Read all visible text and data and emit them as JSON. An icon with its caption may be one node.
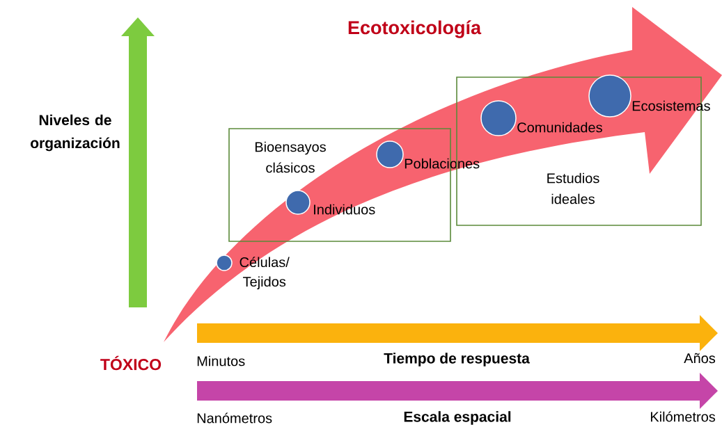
{
  "diagram": {
    "title": "Ecotoxicología",
    "nodes": [
      {
        "text": [
          "Bioensayos clásicos"
        ]
      },
      {
        "text": [],
        "shape": "circle",
        "in": 0,
        "beside": [
          "Individuos"
        ]
      },
      {
        "text": [],
        "shape": "circle",
        "in": 0,
        "beside": [
          "Poblaciones"
        ]
      },
      {
        "text": [
          "Estudios ideales"
        ]
      },
      {
        "text": [],
        "shape": "circle",
        "in": 3,
        "beside": [
          "Comunidades"
        ]
      },
      {
        "text": [],
        "shape": "circle",
        "in": 3,
        "beside": [
          "Ecosistemas"
        ]
      },
      {
        "text": [],
        "shape": "circle",
        "beside": [
          "Células/ Tejidos"
        ]
      }
    ],
    "labels": [
      "Niveles de organización",
      "TÓXICO",
      "Minutos",
      "Tiempo de respuesta",
      "Años",
      "Nanómetros",
      "Escala espacial",
      "Kilómetros"
    ]
  }
}
